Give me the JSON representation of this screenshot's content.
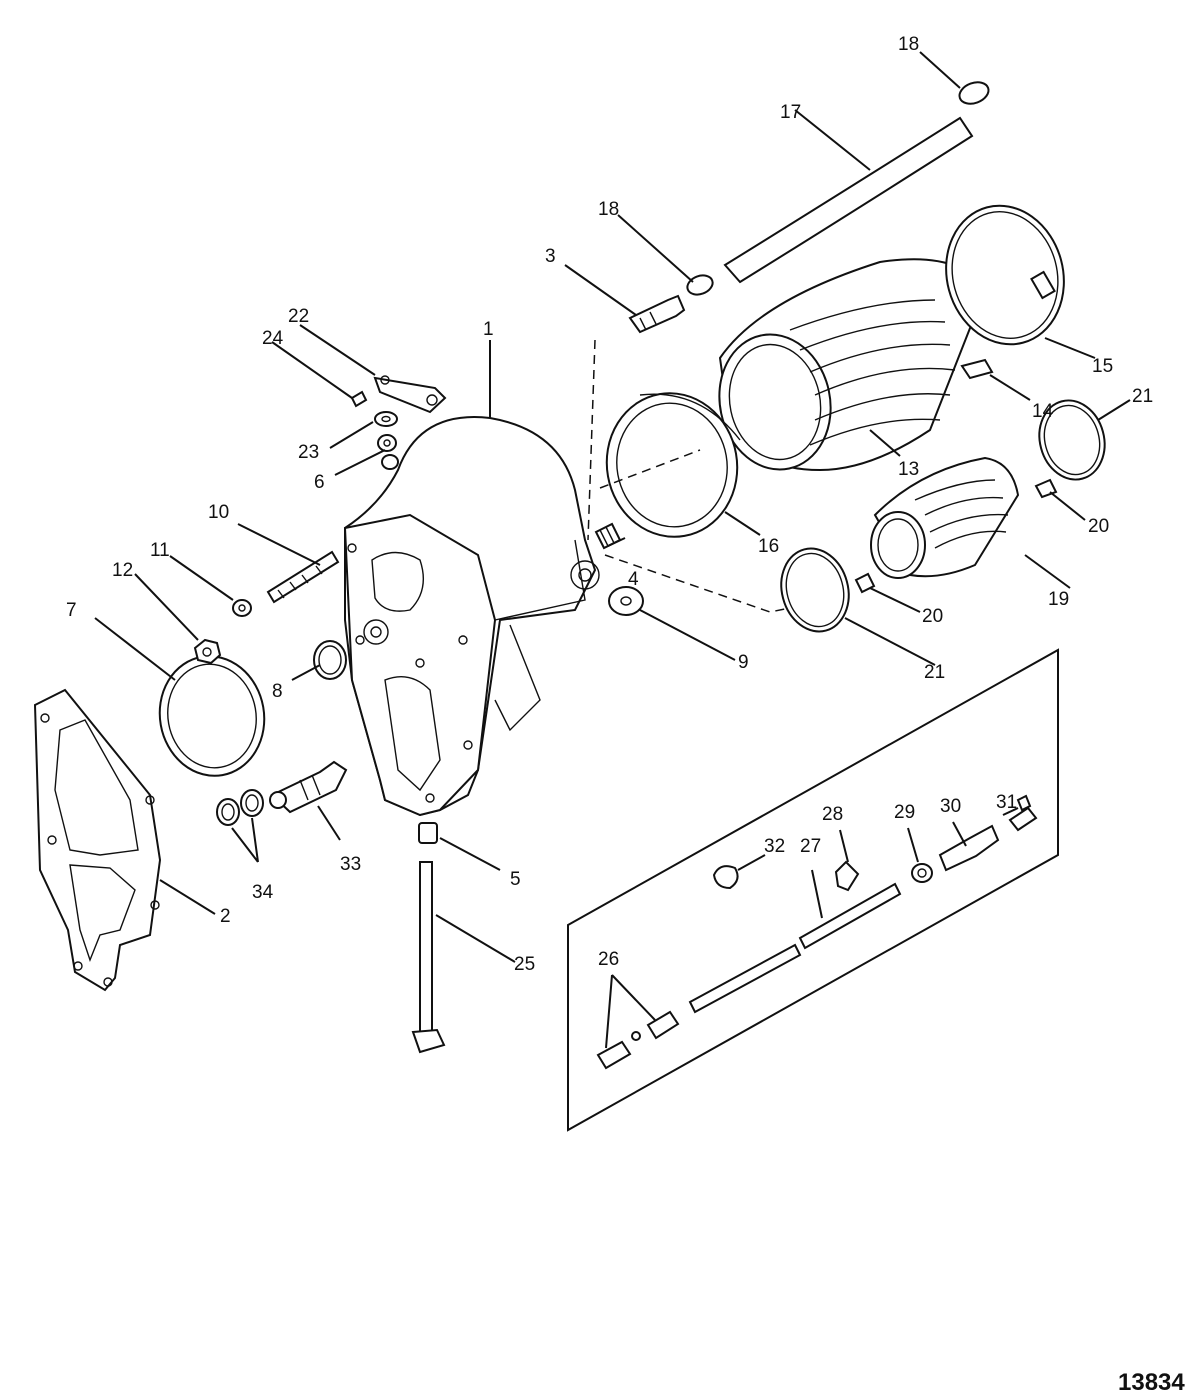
{
  "drawing_number": "13834",
  "callouts": [
    {
      "id": "c1",
      "label": "1"
    },
    {
      "id": "c2",
      "label": "2"
    },
    {
      "id": "c3",
      "label": "3"
    },
    {
      "id": "c4",
      "label": "4"
    },
    {
      "id": "c5",
      "label": "5"
    },
    {
      "id": "c6",
      "label": "6"
    },
    {
      "id": "c7",
      "label": "7"
    },
    {
      "id": "c8",
      "label": "8"
    },
    {
      "id": "c9",
      "label": "9"
    },
    {
      "id": "c10",
      "label": "10"
    },
    {
      "id": "c11",
      "label": "11"
    },
    {
      "id": "c12",
      "label": "12"
    },
    {
      "id": "c13",
      "label": "13"
    },
    {
      "id": "c14",
      "label": "14"
    },
    {
      "id": "c15",
      "label": "15"
    },
    {
      "id": "c16",
      "label": "16"
    },
    {
      "id": "c17",
      "label": "17"
    },
    {
      "id": "c18a",
      "label": "18"
    },
    {
      "id": "c18b",
      "label": "18"
    },
    {
      "id": "c19",
      "label": "19"
    },
    {
      "id": "c20a",
      "label": "20"
    },
    {
      "id": "c20b",
      "label": "20"
    },
    {
      "id": "c21a",
      "label": "21"
    },
    {
      "id": "c21b",
      "label": "21"
    },
    {
      "id": "c22",
      "label": "22"
    },
    {
      "id": "c23",
      "label": "23"
    },
    {
      "id": "c24",
      "label": "24"
    },
    {
      "id": "c25",
      "label": "25"
    },
    {
      "id": "c26",
      "label": "26"
    },
    {
      "id": "c27",
      "label": "27"
    },
    {
      "id": "c28",
      "label": "28"
    },
    {
      "id": "c29",
      "label": "29"
    },
    {
      "id": "c30",
      "label": "30"
    },
    {
      "id": "c31",
      "label": "31"
    },
    {
      "id": "c32",
      "label": "32"
    },
    {
      "id": "c33",
      "label": "33"
    },
    {
      "id": "c34",
      "label": "34"
    }
  ]
}
